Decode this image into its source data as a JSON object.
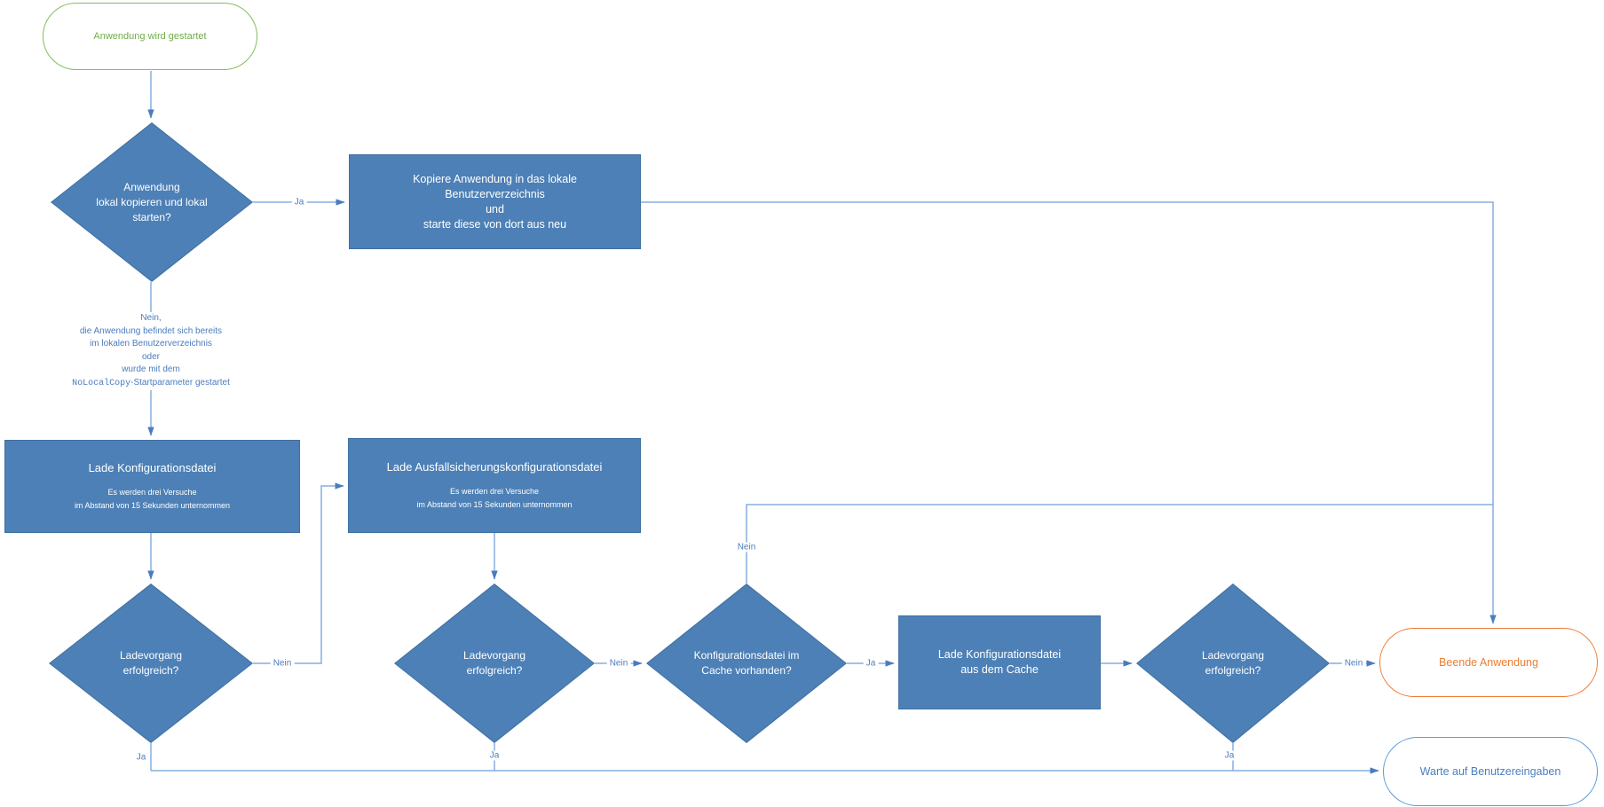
{
  "diagram": {
    "kind": "flowchart",
    "language": "de",
    "nodes": {
      "start": {
        "label": "Anwendung wird gestartet"
      },
      "decision_local_copy": {
        "label": "Anwendung\nlokal kopieren und lokal\nstarten?"
      },
      "process_copy_app": {
        "label": "Kopiere Anwendung in das lokale\nBenutzerverzeichnis\nund\nstarte diese von dort aus neu"
      },
      "process_load_config": {
        "title": "Lade Konfigurationsdatei",
        "subtitle": "Es werden drei Versuche\nim Abstand von 15 Sekunden unternommen"
      },
      "process_load_failover_config": {
        "title": "Lade Ausfallsicherungskonfigurationsdatei",
        "subtitle": "Es werden drei Versuche\nim Abstand von 15 Sekunden unternommen"
      },
      "decision_load_ok_1": {
        "label": "Ladevorgang\nerfolgreich?"
      },
      "decision_load_ok_2": {
        "label": "Ladevorgang\nerfolgreich?"
      },
      "decision_cache_available": {
        "label": "Konfigurationsdatei im\nCache vorhanden?"
      },
      "process_load_from_cache": {
        "label": "Lade Konfigurationsdatei\naus dem Cache"
      },
      "decision_load_ok_3": {
        "label": "Ladevorgang\nerfolgreich?"
      },
      "end_exit": {
        "label": "Beende Anwendung"
      },
      "end_wait": {
        "label": "Warte auf Benutzereingaben"
      }
    },
    "annotation": {
      "lines": [
        "Nein,",
        "die Anwendung befindet sich bereits",
        "im lokalen Benutzerverzeichnis",
        "oder",
        "wurde mit dem"
      ],
      "code_part": "NoLocalCopy",
      "code_rest": "-Startparameter gestartet"
    },
    "edge_labels": {
      "d1_ja": "Ja",
      "d2_nein": "Nein",
      "d2_ja": "Ja",
      "d3_nein": "Nein",
      "d3_ja": "Ja",
      "d4_nein": "Nein",
      "d4_ja": "Ja",
      "d5_nein": "Nein",
      "d5_ja": "Ja"
    },
    "colors": {
      "shape_fill": "#4d80b6",
      "shape_border": "#3f70a2",
      "shape_text": "#ffffff",
      "connector": "#85ade0",
      "arrowhead": "#4a7cbe",
      "edge_label_text": "#4a7cbe",
      "start_green": "#70ad47",
      "exit_orange": "#ed7d31",
      "wait_blue": "#5b9bd5"
    }
  }
}
